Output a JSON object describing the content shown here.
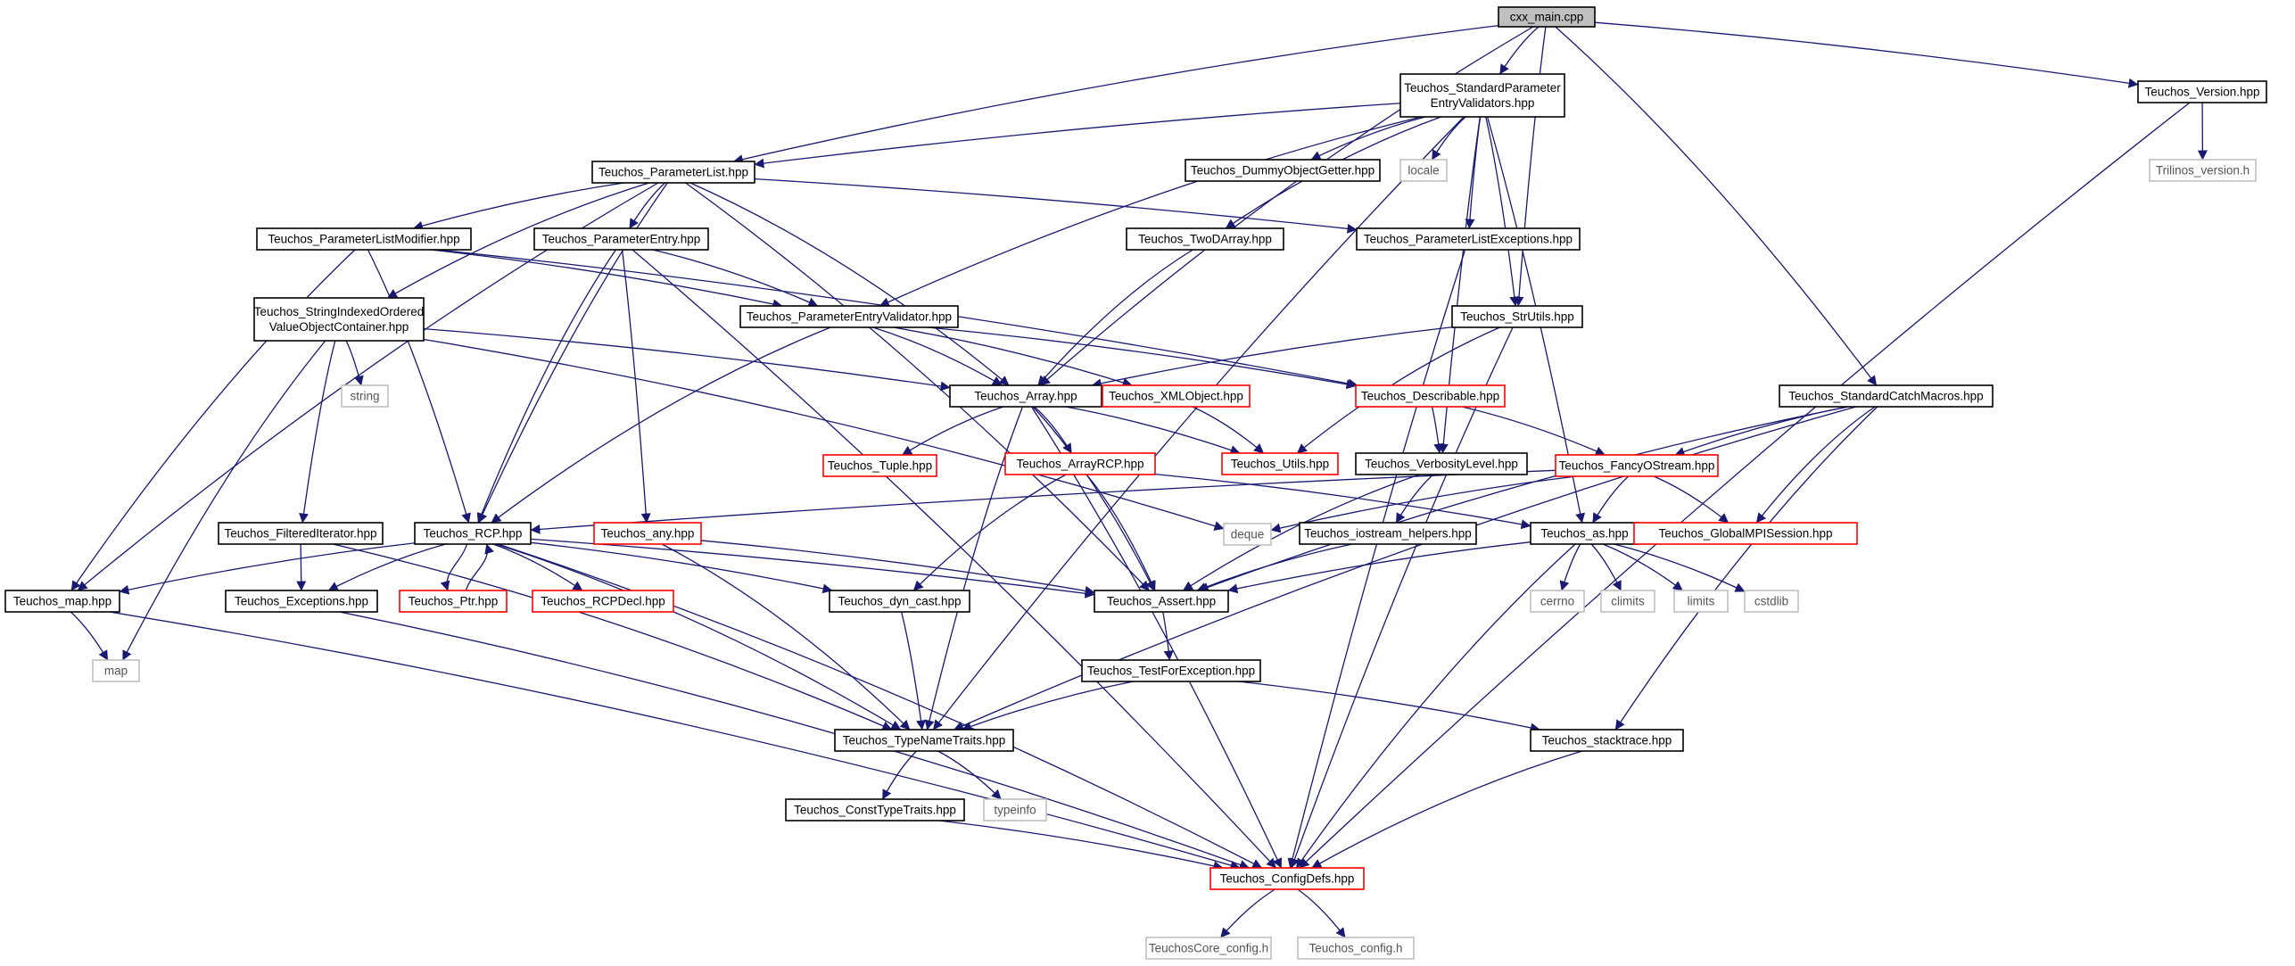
{
  "graph_title": "cxx_main.cpp",
  "colors": {
    "edge": "#191970",
    "arrowhead": "#191970",
    "node_border_default": "#000000",
    "node_border_incomplete": "#ff0000",
    "node_border_system": "#bfbfbf",
    "root_fill": "#bfbfbf",
    "node_fill": "#ffffff",
    "text_default": "#000000",
    "text_system": "#555555"
  },
  "nodes": [
    {
      "id": "cxx_main",
      "lines": [
        "cxx_main.cpp"
      ],
      "style": "root"
    },
    {
      "id": "spev",
      "lines": [
        "Teuchos_StandardParameter",
        "EntryValidators.hpp"
      ],
      "style": "normal"
    },
    {
      "id": "version",
      "lines": [
        "Teuchos_Version.hpp"
      ],
      "style": "normal"
    },
    {
      "id": "trilinos_version",
      "lines": [
        "Trilinos_version.h"
      ],
      "style": "system"
    },
    {
      "id": "paramlist",
      "lines": [
        "Teuchos_ParameterList.hpp"
      ],
      "style": "normal"
    },
    {
      "id": "dummy",
      "lines": [
        "Teuchos_DummyObjectGetter.hpp"
      ],
      "style": "normal"
    },
    {
      "id": "locale",
      "lines": [
        "locale"
      ],
      "style": "system"
    },
    {
      "id": "plmodifier",
      "lines": [
        "Teuchos_ParameterListModifier.hpp"
      ],
      "style": "normal"
    },
    {
      "id": "pentry",
      "lines": [
        "Teuchos_ParameterEntry.hpp"
      ],
      "style": "normal"
    },
    {
      "id": "twod",
      "lines": [
        "Teuchos_TwoDArray.hpp"
      ],
      "style": "normal"
    },
    {
      "id": "plexcept",
      "lines": [
        "Teuchos_ParameterListExceptions.hpp"
      ],
      "style": "normal"
    },
    {
      "id": "sioc",
      "lines": [
        "Teuchos_StringIndexedOrdered",
        "ValueObjectContainer.hpp"
      ],
      "style": "normal"
    },
    {
      "id": "pev",
      "lines": [
        "Teuchos_ParameterEntryValidator.hpp"
      ],
      "style": "normal"
    },
    {
      "id": "strutils",
      "lines": [
        "Teuchos_StrUtils.hpp"
      ],
      "style": "normal"
    },
    {
      "id": "string",
      "lines": [
        "string"
      ],
      "style": "system"
    },
    {
      "id": "array",
      "lines": [
        "Teuchos_Array.hpp"
      ],
      "style": "normal"
    },
    {
      "id": "xmlobj",
      "lines": [
        "Teuchos_XMLObject.hpp"
      ],
      "style": "incomplete"
    },
    {
      "id": "describable",
      "lines": [
        "Teuchos_Describable.hpp"
      ],
      "style": "incomplete"
    },
    {
      "id": "scmacros",
      "lines": [
        "Teuchos_StandardCatchMacros.hpp"
      ],
      "style": "normal"
    },
    {
      "id": "tuple",
      "lines": [
        "Teuchos_Tuple.hpp"
      ],
      "style": "incomplete"
    },
    {
      "id": "arrayrcp",
      "lines": [
        "Teuchos_ArrayRCP.hpp"
      ],
      "style": "incomplete"
    },
    {
      "id": "utils",
      "lines": [
        "Teuchos_Utils.hpp"
      ],
      "style": "incomplete"
    },
    {
      "id": "verbosity",
      "lines": [
        "Teuchos_VerbosityLevel.hpp"
      ],
      "style": "normal"
    },
    {
      "id": "fancy",
      "lines": [
        "Teuchos_FancyOStream.hpp"
      ],
      "style": "incomplete"
    },
    {
      "id": "filtered",
      "lines": [
        "Teuchos_FilteredIterator.hpp"
      ],
      "style": "normal"
    },
    {
      "id": "rcp",
      "lines": [
        "Teuchos_RCP.hpp"
      ],
      "style": "normal"
    },
    {
      "id": "any",
      "lines": [
        "Teuchos_any.hpp"
      ],
      "style": "incomplete"
    },
    {
      "id": "deque",
      "lines": [
        "deque"
      ],
      "style": "system"
    },
    {
      "id": "iostream",
      "lines": [
        "Teuchos_iostream_helpers.hpp"
      ],
      "style": "normal"
    },
    {
      "id": "as",
      "lines": [
        "Teuchos_as.hpp"
      ],
      "style": "normal"
    },
    {
      "id": "gmpi",
      "lines": [
        "Teuchos_GlobalMPISession.hpp"
      ],
      "style": "incomplete"
    },
    {
      "id": "map_hpp",
      "lines": [
        "Teuchos_map.hpp"
      ],
      "style": "normal"
    },
    {
      "id": "exceptions",
      "lines": [
        "Teuchos_Exceptions.hpp"
      ],
      "style": "normal"
    },
    {
      "id": "ptr",
      "lines": [
        "Teuchos_Ptr.hpp"
      ],
      "style": "incomplete"
    },
    {
      "id": "rcpdecl",
      "lines": [
        "Teuchos_RCPDecl.hpp"
      ],
      "style": "incomplete"
    },
    {
      "id": "dyncast",
      "lines": [
        "Teuchos_dyn_cast.hpp"
      ],
      "style": "normal"
    },
    {
      "id": "assert",
      "lines": [
        "Teuchos_Assert.hpp"
      ],
      "style": "normal"
    },
    {
      "id": "cerrno",
      "lines": [
        "cerrno"
      ],
      "style": "system"
    },
    {
      "id": "climits",
      "lines": [
        "climits"
      ],
      "style": "system"
    },
    {
      "id": "limits",
      "lines": [
        "limits"
      ],
      "style": "system"
    },
    {
      "id": "cstdlib",
      "lines": [
        "cstdlib"
      ],
      "style": "system"
    },
    {
      "id": "map",
      "lines": [
        "map"
      ],
      "style": "system"
    },
    {
      "id": "testexc",
      "lines": [
        "Teuchos_TestForException.hpp"
      ],
      "style": "normal"
    },
    {
      "id": "typename",
      "lines": [
        "Teuchos_TypeNameTraits.hpp"
      ],
      "style": "normal"
    },
    {
      "id": "stacktrace",
      "lines": [
        "Teuchos_stacktrace.hpp"
      ],
      "style": "normal"
    },
    {
      "id": "consttype",
      "lines": [
        "Teuchos_ConstTypeTraits.hpp"
      ],
      "style": "normal"
    },
    {
      "id": "typeinfo",
      "lines": [
        "typeinfo"
      ],
      "style": "system"
    },
    {
      "id": "configdefs",
      "lines": [
        "Teuchos_ConfigDefs.hpp"
      ],
      "style": "incomplete"
    },
    {
      "id": "core_config",
      "lines": [
        "TeuchosCore_config.h"
      ],
      "style": "system"
    },
    {
      "id": "teuchos_config",
      "lines": [
        "Teuchos_config.h"
      ],
      "style": "system"
    }
  ],
  "edges": [
    [
      "cxx_main",
      "spev"
    ],
    [
      "cxx_main",
      "paramlist"
    ],
    [
      "cxx_main",
      "version"
    ],
    [
      "cxx_main",
      "scmacros"
    ],
    [
      "cxx_main",
      "array"
    ],
    [
      "cxx_main",
      "strutils"
    ],
    [
      "spev",
      "paramlist"
    ],
    [
      "spev",
      "dummy"
    ],
    [
      "spev",
      "locale"
    ],
    [
      "spev",
      "twod"
    ],
    [
      "spev",
      "plexcept"
    ],
    [
      "spev",
      "pev"
    ],
    [
      "spev",
      "strutils"
    ],
    [
      "spev",
      "verbosity"
    ],
    [
      "spev",
      "as"
    ],
    [
      "spev",
      "typename"
    ],
    [
      "version",
      "trilinos_version"
    ],
    [
      "version",
      "configdefs"
    ],
    [
      "paramlist",
      "plmodifier"
    ],
    [
      "paramlist",
      "pentry"
    ],
    [
      "paramlist",
      "sioc"
    ],
    [
      "paramlist",
      "plexcept"
    ],
    [
      "paramlist",
      "array"
    ],
    [
      "paramlist",
      "rcp"
    ],
    [
      "paramlist",
      "map_hpp"
    ],
    [
      "paramlist",
      "assert"
    ],
    [
      "plmodifier",
      "pev"
    ],
    [
      "plmodifier",
      "describable"
    ],
    [
      "plmodifier",
      "rcp"
    ],
    [
      "plmodifier",
      "map_hpp"
    ],
    [
      "pentry",
      "pev"
    ],
    [
      "pentry",
      "any"
    ],
    [
      "pentry",
      "rcp"
    ],
    [
      "pentry",
      "configdefs"
    ],
    [
      "twod",
      "array"
    ],
    [
      "plexcept",
      "configdefs"
    ],
    [
      "sioc",
      "array"
    ],
    [
      "sioc",
      "string"
    ],
    [
      "sioc",
      "filtered"
    ],
    [
      "sioc",
      "map"
    ],
    [
      "sioc",
      "deque"
    ],
    [
      "pev",
      "array"
    ],
    [
      "pev",
      "xmlobj"
    ],
    [
      "pev",
      "describable"
    ],
    [
      "pev",
      "rcp"
    ],
    [
      "strutils",
      "array"
    ],
    [
      "strutils",
      "utils"
    ],
    [
      "strutils",
      "configdefs"
    ],
    [
      "array",
      "tuple"
    ],
    [
      "array",
      "arrayrcp"
    ],
    [
      "array",
      "utils"
    ],
    [
      "array",
      "assert"
    ],
    [
      "array",
      "typename"
    ],
    [
      "array",
      "configdefs"
    ],
    [
      "xmlobj",
      "utils"
    ],
    [
      "describable",
      "verbosity"
    ],
    [
      "describable",
      "fancy"
    ],
    [
      "scmacros",
      "fancy"
    ],
    [
      "scmacros",
      "gmpi"
    ],
    [
      "scmacros",
      "assert"
    ],
    [
      "scmacros",
      "typename"
    ],
    [
      "scmacros",
      "stacktrace"
    ],
    [
      "arrayrcp",
      "as"
    ],
    [
      "arrayrcp",
      "dyncast"
    ],
    [
      "arrayrcp",
      "assert"
    ],
    [
      "verbosity",
      "iostream"
    ],
    [
      "verbosity",
      "assert"
    ],
    [
      "fancy",
      "rcp"
    ],
    [
      "fancy",
      "as"
    ],
    [
      "fancy",
      "gmpi"
    ],
    [
      "fancy",
      "deque"
    ],
    [
      "filtered",
      "exceptions"
    ],
    [
      "filtered",
      "typename"
    ],
    [
      "rcp",
      "ptr"
    ],
    [
      "rcp",
      "rcpdecl"
    ],
    [
      "rcp",
      "exceptions"
    ],
    [
      "rcp",
      "dyncast"
    ],
    [
      "rcp",
      "assert"
    ],
    [
      "rcp",
      "map_hpp"
    ],
    [
      "rcp",
      "typename"
    ],
    [
      "rcp",
      "configdefs"
    ],
    [
      "ptr",
      "rcp"
    ],
    [
      "any",
      "assert"
    ],
    [
      "any",
      "typename"
    ],
    [
      "iostream",
      "assert"
    ],
    [
      "as",
      "assert"
    ],
    [
      "as",
      "cerrno"
    ],
    [
      "as",
      "climits"
    ],
    [
      "as",
      "limits"
    ],
    [
      "as",
      "cstdlib"
    ],
    [
      "as",
      "configdefs"
    ],
    [
      "map_hpp",
      "map"
    ],
    [
      "map_hpp",
      "configdefs"
    ],
    [
      "exceptions",
      "configdefs"
    ],
    [
      "dyncast",
      "typename"
    ],
    [
      "assert",
      "testexc"
    ],
    [
      "testexc",
      "typename"
    ],
    [
      "testexc",
      "stacktrace"
    ],
    [
      "typename",
      "consttype"
    ],
    [
      "typename",
      "typeinfo"
    ],
    [
      "consttype",
      "configdefs"
    ],
    [
      "stacktrace",
      "configdefs"
    ],
    [
      "configdefs",
      "core_config"
    ],
    [
      "configdefs",
      "teuchos_config"
    ]
  ]
}
